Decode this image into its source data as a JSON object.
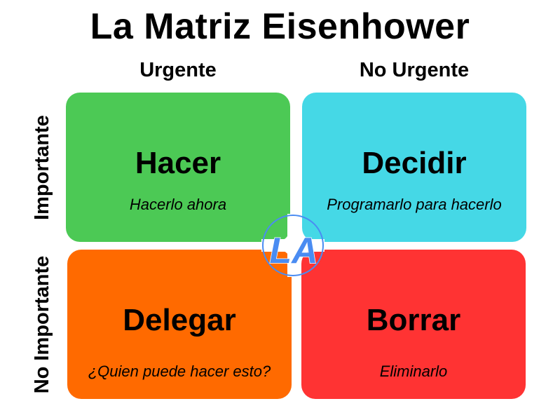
{
  "title": "La Matriz Eisenhower",
  "columns": {
    "urgent": "Urgente",
    "not_urgent": "No Urgente"
  },
  "rows": {
    "important": "Importante",
    "not_important": "No Importante"
  },
  "quadrants": [
    {
      "id": "hacer",
      "title": "Hacer",
      "subtitle": "Hacerlo ahora",
      "color": "#4cc955"
    },
    {
      "id": "decidir",
      "title": "Decidir",
      "subtitle": "Programarlo para hacerlo",
      "color": "#45d8e6"
    },
    {
      "id": "delegar",
      "title": "Delegar",
      "subtitle": "¿Quien puede hacer esto?",
      "color": "#ff6a00"
    },
    {
      "id": "borrar",
      "title": "Borrar",
      "subtitle": "Eliminarlo",
      "color": "#ff3333"
    }
  ],
  "logo": {
    "text": "LA",
    "color": "#4a8cf2"
  }
}
